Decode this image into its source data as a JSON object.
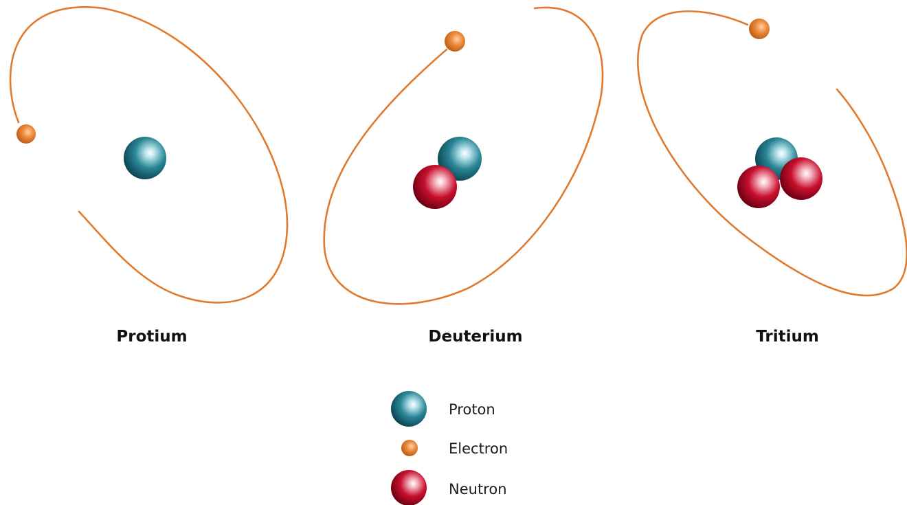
{
  "atoms": [
    {
      "label": "Protium",
      "protons": 1,
      "neutrons": 0,
      "electrons": 1
    },
    {
      "label": "Deuterium",
      "protons": 1,
      "neutrons": 1,
      "electrons": 1
    },
    {
      "label": "Tritium",
      "protons": 1,
      "neutrons": 2,
      "electrons": 1
    }
  ],
  "legend": {
    "proton": "Proton",
    "electron": "Electron",
    "neutron": "Neutron"
  },
  "colors": {
    "orbit": "#e07a2e",
    "electron": "#e07a2e",
    "proton": "#1f7a8c",
    "neutron": "#c8102e"
  }
}
